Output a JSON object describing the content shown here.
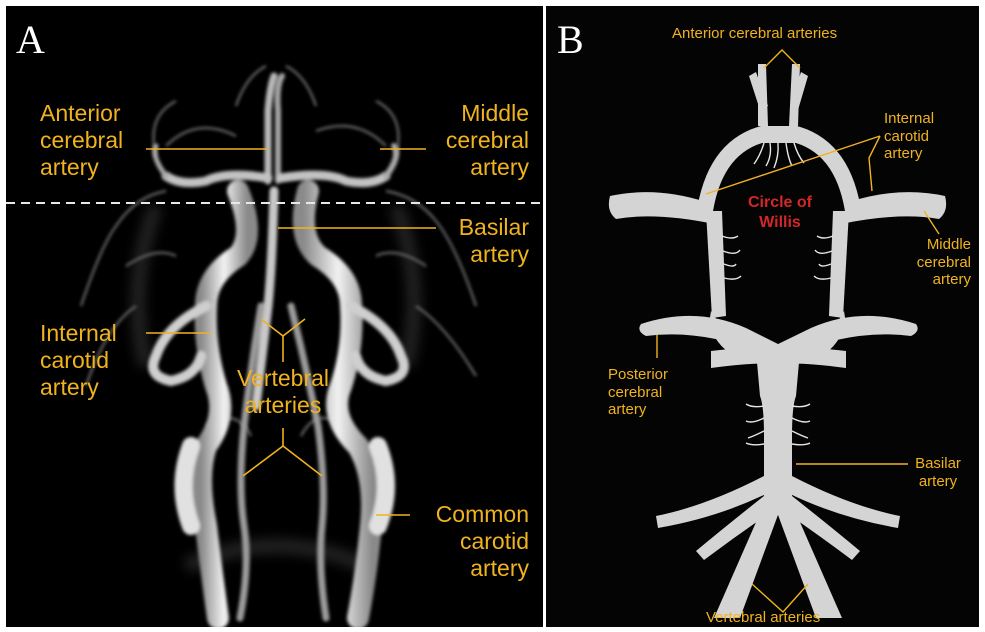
{
  "panel_a": {
    "letter": "A",
    "labels": {
      "anterior_cerebral_artery": [
        "Anterior",
        "cerebral",
        "artery"
      ],
      "middle_cerebral_artery": [
        "Middle",
        "cerebral",
        "artery"
      ],
      "basilar_artery": [
        "Basilar",
        "artery"
      ],
      "internal_carotid_artery": [
        "Internal",
        "carotid",
        "artery"
      ],
      "vertebral_arteries": [
        "Vertebral",
        "arteries"
      ],
      "common_carotid_artery": [
        "Common",
        "carotid",
        "artery"
      ]
    }
  },
  "panel_b": {
    "letter": "B",
    "labels": {
      "anterior_cerebral_arteries": "Anterior cerebral arteries",
      "internal_carotid_artery": [
        "Internal",
        "carotid",
        "artery"
      ],
      "circle_of_willis": [
        "Circle of",
        "Willis"
      ],
      "middle_cerebral_artery": [
        "Middle",
        "cerebral",
        "artery"
      ],
      "posterior_cerebral_artery": [
        "Posterior",
        "cerebral",
        "artery"
      ],
      "basilar_artery": [
        "Basilar",
        "artery"
      ],
      "vertebral_arteries": "Vertebral arteries"
    }
  },
  "colors": {
    "label": "#f0b31f",
    "circle_of_willis": "#d42727",
    "vessel": "#d4d4d4",
    "background": "#000000"
  }
}
